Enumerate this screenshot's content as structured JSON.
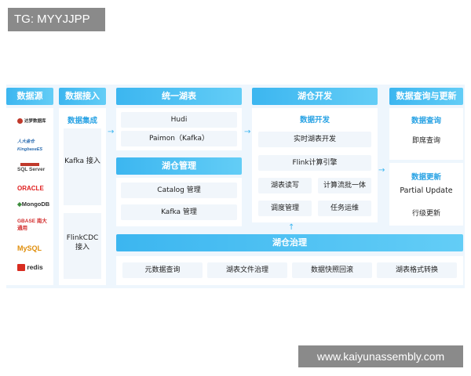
{
  "tag_badge": "TG: MYYJJPP",
  "watermark": "www.kaiyunassembly.com",
  "columns": {
    "data_source": {
      "header": "数据源",
      "logos": [
        "达梦数据库",
        "人大金仓 KingbaseES",
        "SQL Server",
        "ORACLE",
        "MongoDB",
        "GBASE 南大通用",
        "MySQL",
        "redis"
      ]
    },
    "data_access": {
      "header": "数据接入",
      "sub_title": "数据集成",
      "items": [
        "Kafka 接入",
        "FlinkCDC 接入"
      ]
    },
    "unified_lake": {
      "header": "统一湖表",
      "items": [
        "Hudi",
        "Paimon（Kafka）"
      ]
    },
    "lake_management": {
      "header": "湖仓管理",
      "items": [
        "Catalog 管理",
        "Kafka 管理"
      ]
    },
    "lake_development": {
      "header": "湖仓开发",
      "sub_title": "数据开发",
      "items": [
        "实时湖表开发",
        "Flink计算引擎",
        "湖表读写",
        "计算流批一体",
        "调度管理",
        "任务运维"
      ]
    },
    "query_update": {
      "header": "数据查询与更新",
      "query_title": "数据查询",
      "query_items": [
        "即席查询"
      ],
      "update_title": "数据更新",
      "update_items": [
        "Partial Update",
        "行级更新"
      ]
    },
    "lake_governance": {
      "header": "湖仓治理",
      "items": [
        "元数据查询",
        "湖表文件治理",
        "数据快照回滚",
        "湖表格式转换"
      ]
    }
  },
  "colors": {
    "header_gradient_start": "#3cb6f0",
    "header_gradient_end": "#63cdf6",
    "accent_text": "#2aa3e4",
    "diagram_background": "#eef6fd"
  }
}
